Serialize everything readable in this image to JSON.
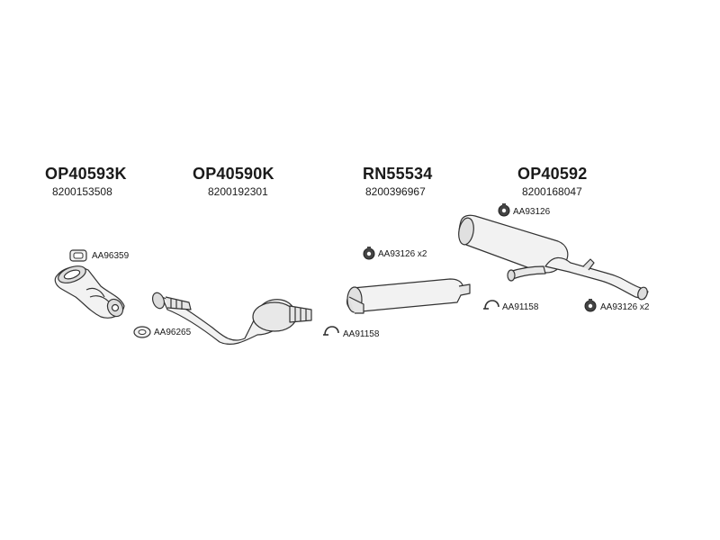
{
  "parts": [
    {
      "code": "OP40593K",
      "oem": "8200153508"
    },
    {
      "code": "OP40590K",
      "oem": "8200192301"
    },
    {
      "code": "RN55534",
      "oem": "8200396967"
    },
    {
      "code": "OP40592",
      "oem": "8200168047"
    }
  ],
  "accessories": [
    {
      "ref": "AA96359",
      "icon": "gasket-icon"
    },
    {
      "ref": "AA96265",
      "icon": "gasket-ring-icon"
    },
    {
      "ref": "AA93126 x2",
      "icon": "rubber-mount-icon"
    },
    {
      "ref": "AA91158",
      "icon": "clamp-icon"
    },
    {
      "ref": "AA93126",
      "icon": "rubber-mount-icon"
    },
    {
      "ref": "AA91158",
      "icon": "clamp-icon"
    },
    {
      "ref": "AA93126 x2",
      "icon": "rubber-mount-icon"
    }
  ],
  "colors": {
    "stroke": "#333333",
    "fill": "#f2f2f2",
    "shade": "#d9d9d9"
  }
}
